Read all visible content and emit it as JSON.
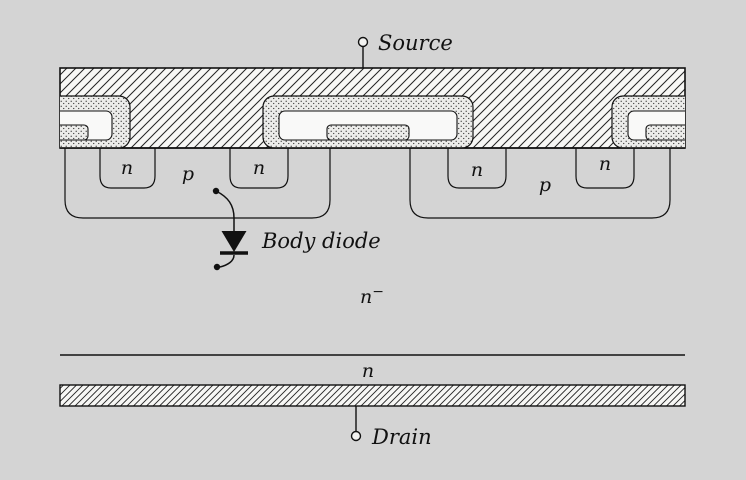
{
  "figure": {
    "kind": "semiconductor-device-cross-section",
    "description": "Vertical power MOSFET cross-section with integral body diode"
  },
  "terminals": {
    "source_label": "Source",
    "drain_label": "Drain"
  },
  "annotations": {
    "body_diode_label": "Body diode"
  },
  "regions": {
    "n_source_left_outer": "n",
    "p_body_left": "p",
    "n_source_left_inner": "n",
    "n_source_right_inner": "n",
    "p_body_right": "p",
    "n_source_right_outer": "n",
    "n_drift_base": "n",
    "n_drift_sup": "−",
    "n_substrate": "n"
  },
  "colors": {
    "background": "#d4d4d4",
    "ink": "#111111",
    "metal_hatch_fill": "#f7f7f5",
    "oxide_stipple_fill": "#ececea",
    "poly_cavity_fill": "#f9f9f8"
  }
}
